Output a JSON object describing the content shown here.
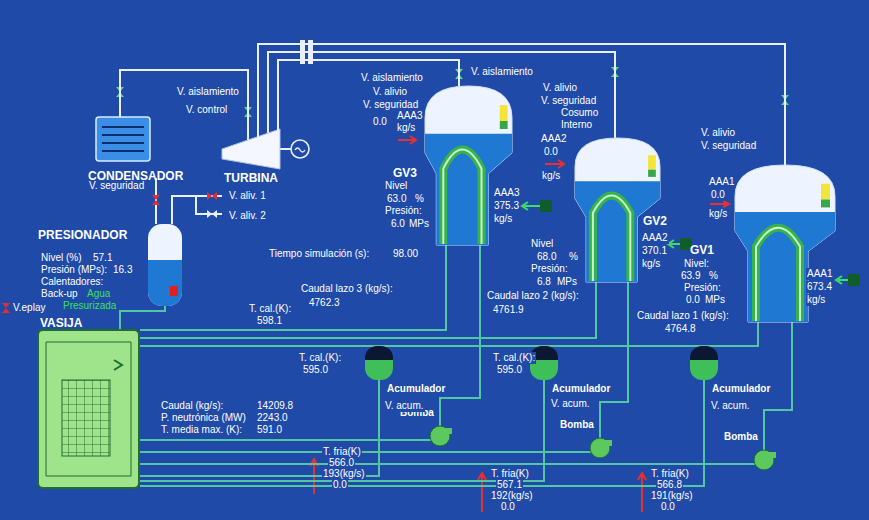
{
  "diagram": {
    "nodes": [
      {
        "text": [
          "CONDENSADOR"
        ]
      },
      {
        "text": [
          "TURBINA"
        ]
      },
      {
        "text": [
          "PRESIONADOR"
        ]
      },
      {
        "text": [
          "VASIJA"
        ]
      },
      {
        "text": [
          "GV3"
        ]
      },
      {
        "text": [
          "GV2"
        ]
      },
      {
        "text": [
          "GV1"
        ]
      },
      {
        "text": [
          "Acumulador"
        ]
      },
      {
        "text": [
          "Acumulador"
        ]
      },
      {
        "text": [
          "Acumulador"
        ]
      },
      {
        "text": [
          "Bomba"
        ]
      },
      {
        "text": [
          "Bomba"
        ]
      },
      {
        "text": [
          "Bomba"
        ]
      }
    ],
    "edges": [
      {
        "from": 0,
        "to": 1,
        "arrow": "none"
      },
      {
        "from": 6,
        "to": 1,
        "arrow": "none"
      },
      {
        "from": 5,
        "to": 1,
        "arrow": "none"
      },
      {
        "from": 4,
        "to": 1,
        "arrow": "none"
      },
      {
        "from": 3,
        "to": 4,
        "arrow": "none"
      },
      {
        "from": 3,
        "to": 5,
        "arrow": "none"
      },
      {
        "from": 3,
        "to": 6,
        "arrow": "none"
      },
      {
        "from": 4,
        "to": 10,
        "arrow": "none"
      },
      {
        "from": 5,
        "to": 11,
        "arrow": "none"
      },
      {
        "from": 6,
        "to": 12,
        "arrow": "none"
      },
      {
        "from": 10,
        "to": 3,
        "arrow": "none"
      },
      {
        "from": 11,
        "to": 3,
        "arrow": "none"
      },
      {
        "from": 12,
        "to": 3,
        "arrow": "none"
      },
      {
        "from": 7,
        "to": 3,
        "arrow": "none"
      },
      {
        "from": 8,
        "to": 3,
        "arrow": "none"
      },
      {
        "from": 9,
        "to": 3,
        "arrow": "none"
      },
      {
        "from": 2,
        "to": 3,
        "arrow": "none"
      }
    ],
    "labels": [
      "V. aislamiento",
      "V. control",
      "V. aislamiento",
      "V. alivio",
      "V. seguridad",
      "0.0",
      "AAA3",
      "kg/s",
      "V. aislamiento",
      "V. alivio",
      "V. seguridad",
      "Cosumo Interno",
      "AAA2",
      "0.0",
      "kg/s",
      "V. alivio",
      "V. seguridad",
      "AAA1",
      "0.0",
      "kg/s",
      "Nivel",
      "63.0",
      "%",
      "Presión:",
      "6.0",
      "MPs",
      "AAA3",
      "375.3",
      "kg/s",
      "Tiempo simulación (s):",
      "98.00",
      "Nivel",
      "68.0",
      "%",
      "Presión:",
      "6.8",
      "MPs",
      "AAA2",
      "370.1",
      "kg/s",
      "Nivel:",
      "63.9",
      "%",
      "Presión:",
      "0.0",
      "MPs",
      "AAA1",
      "673.4",
      "kg/s",
      "Caudal lazo 3 (kg/s):",
      "4762.3",
      "Caudal lazo 2 (kg/s):",
      "4761.9",
      "Caudal lazo 1 (kg/s):",
      "4764.8",
      "Nivel (%)",
      "57.1",
      "Presión (MPs):",
      "16.3",
      "Calentadores:",
      "Back-up",
      "Agua",
      "Presurizada",
      "V. seguridad",
      "V. aliv. 1",
      "V. aliv. 2",
      "V.eplay",
      "T. cal.(K):",
      "598.1",
      "T. cal.(K):",
      "595.0",
      "T. cal.(K):",
      "595.0",
      "Caudal (kg/s):",
      "14209.8",
      "P. neutrónica (MW)",
      "2243.0",
      "T. media max. (K):",
      "591.0",
      "V. acum.",
      "V. acum.",
      "V. acum.",
      "T. fria(K)",
      "566.0",
      "193(kg/s)",
      "0.0",
      "T. fria(K)",
      "567.1",
      "192(kg/s)",
      "0.0",
      "T. fria(K)",
      "566.8",
      "191(kg/s)",
      "0.0"
    ]
  }
}
